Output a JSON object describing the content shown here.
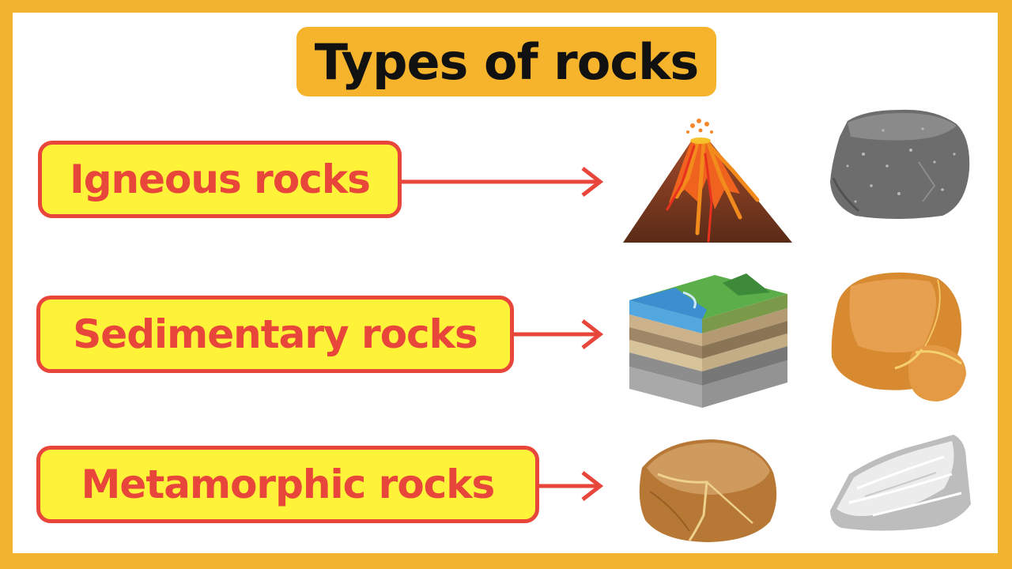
{
  "title": "Types of rocks",
  "rows": [
    {
      "label": "Igneous rocks",
      "images": [
        "volcano-illustration",
        "gray-igneous-rock"
      ]
    },
    {
      "label": "Sedimentary rocks",
      "images": [
        "layered-earth-cross-section",
        "orange-sedimentary-rock"
      ]
    },
    {
      "label": "Metamorphic rocks",
      "images": [
        "tan-rock",
        "white-marble-rock"
      ]
    }
  ],
  "colors": {
    "frame": "#f2b32e",
    "title_background": "#f6b42d",
    "label_background": "#fff33a",
    "label_border_and_text": "#e8453b"
  }
}
